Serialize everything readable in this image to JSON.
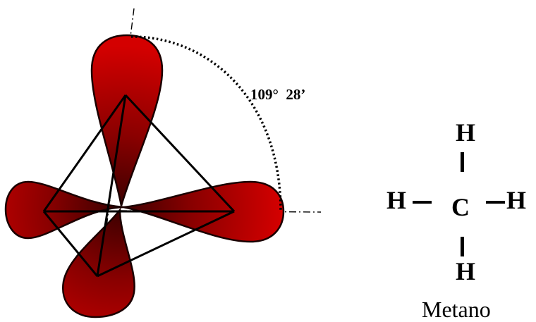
{
  "orbital_diagram": {
    "angle_label": "109°  28’",
    "lobe_color": "#c40000",
    "lobe_dark_color": "#3a0000"
  },
  "methane": {
    "top_atom": "H",
    "center_atom": "C",
    "left_atom": "H",
    "right_atom": "H",
    "bottom_atom": "H",
    "caption": "Metano"
  }
}
